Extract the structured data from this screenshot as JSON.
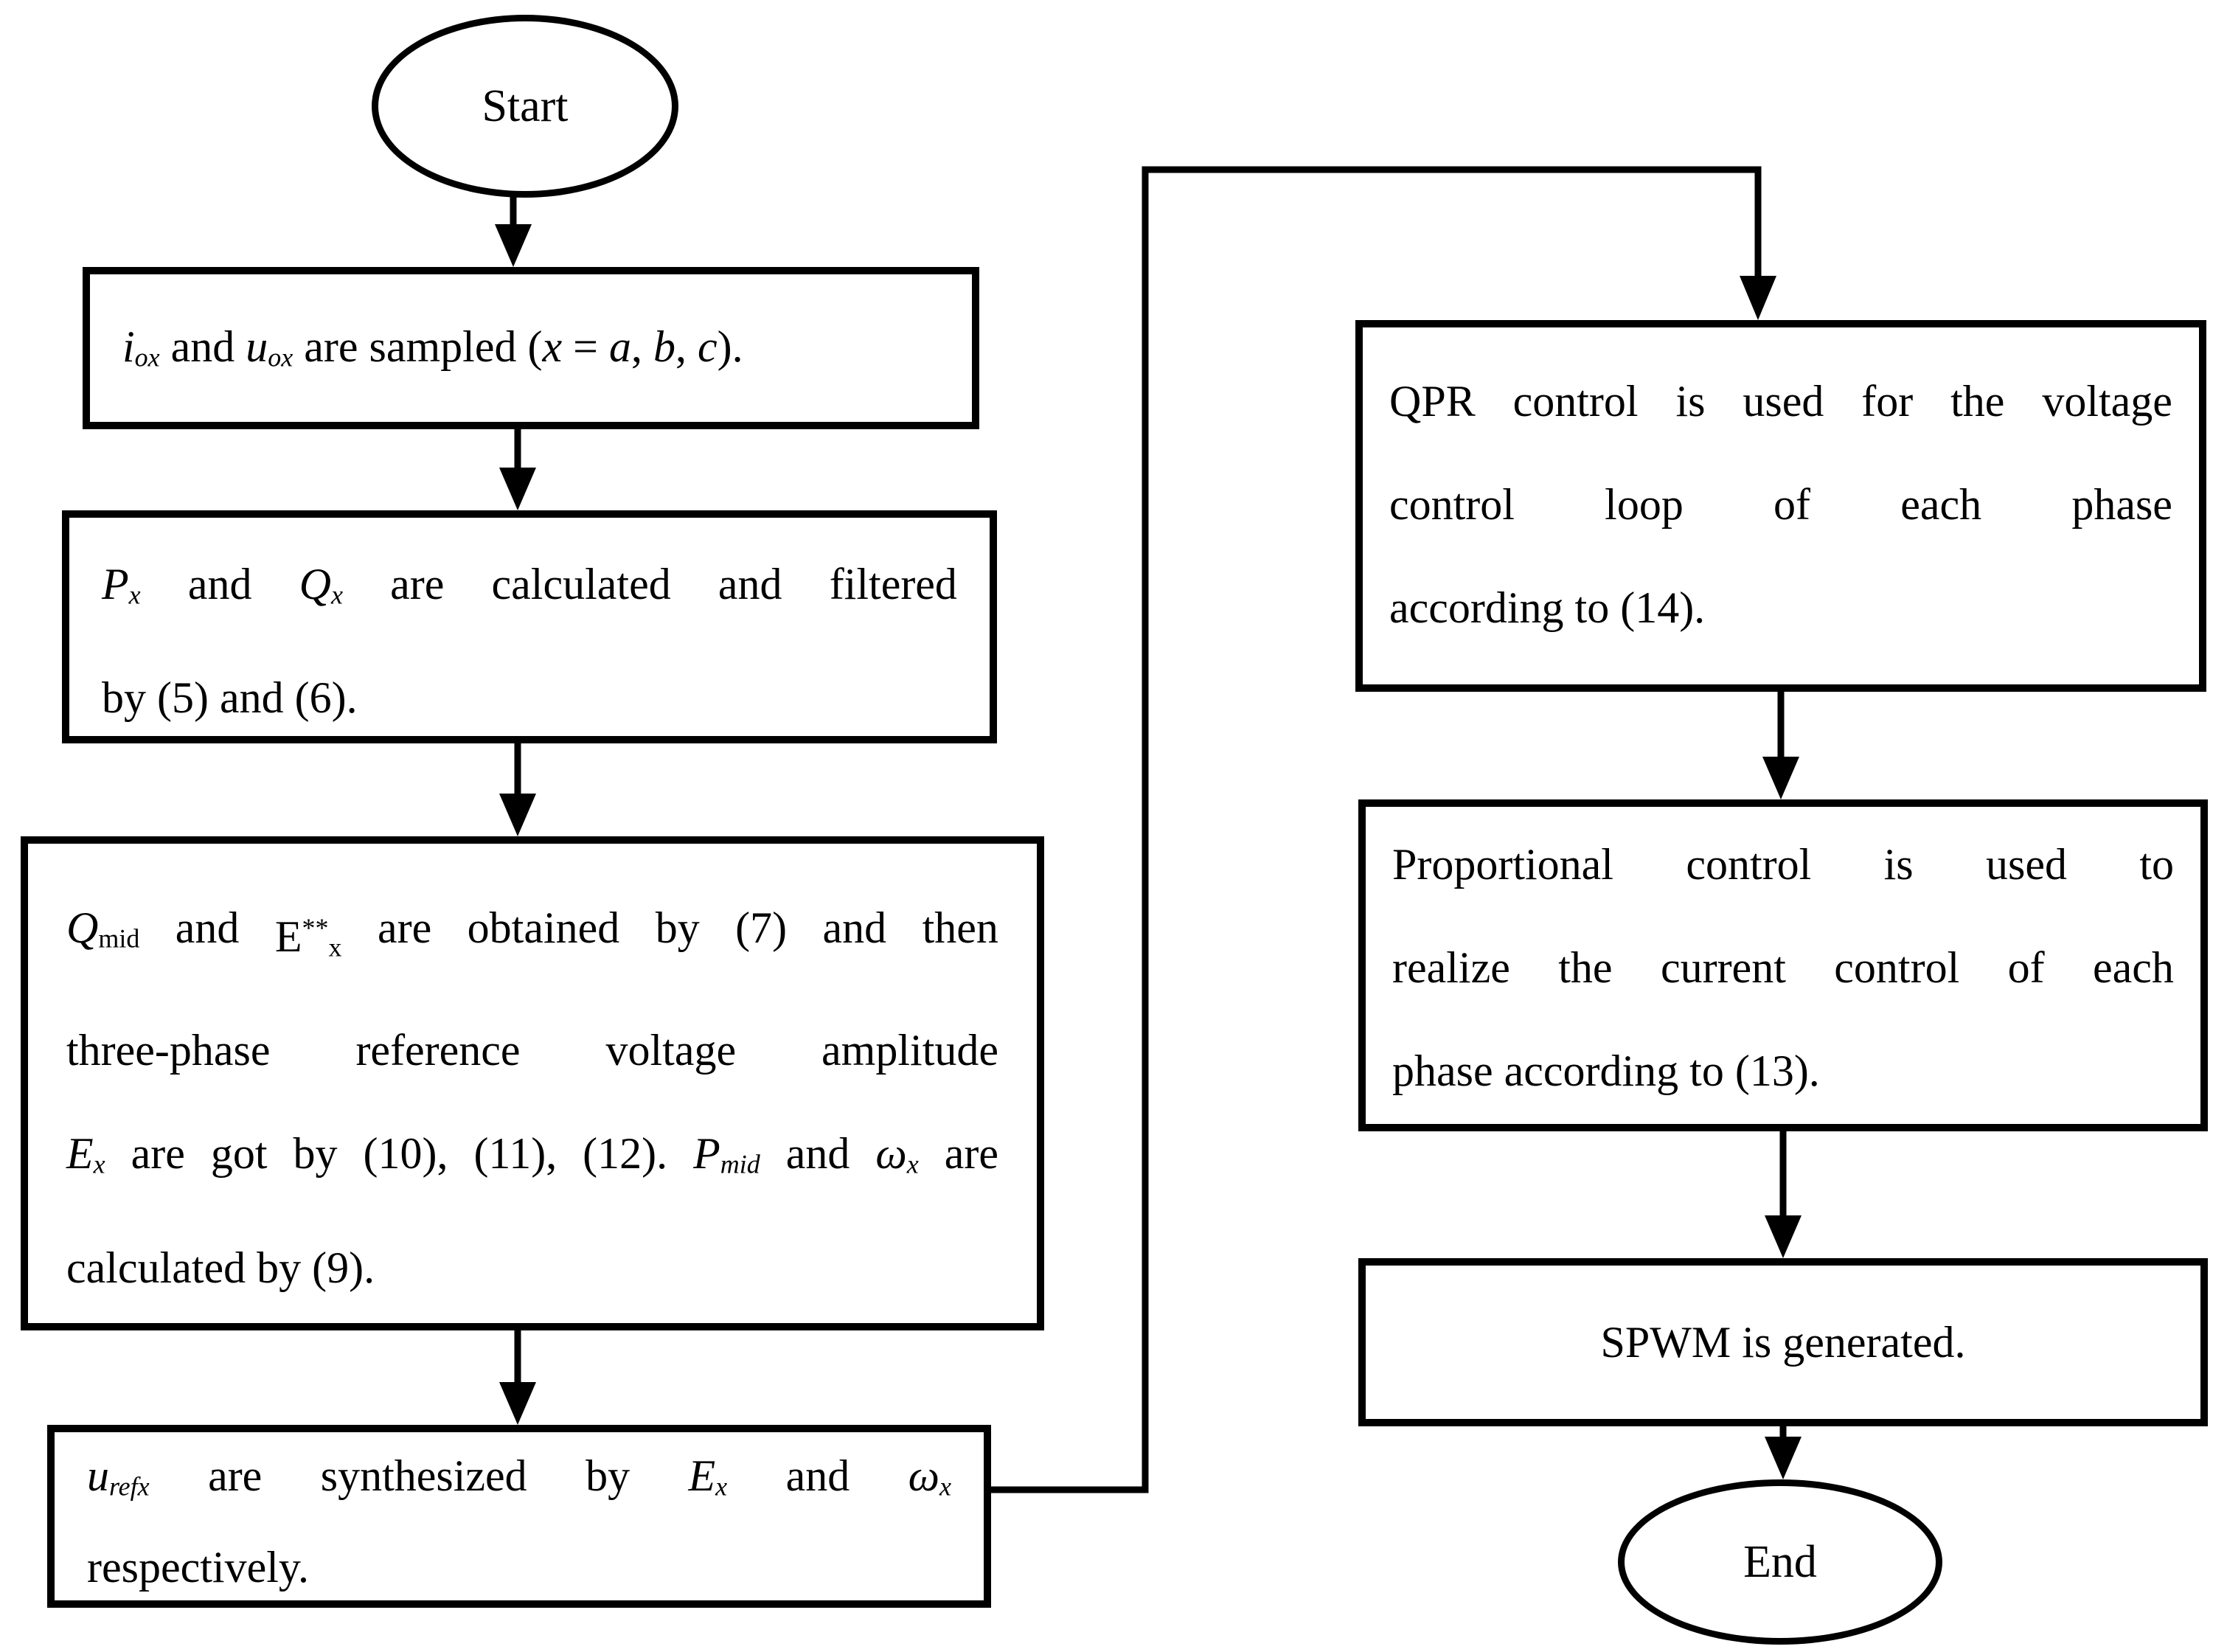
{
  "diagram": {
    "type": "flowchart",
    "colors": {
      "ink": "#000000",
      "background": "#ffffff"
    }
  },
  "terminals": {
    "start": {
      "label": "Start"
    },
    "end": {
      "label": "End"
    }
  },
  "boxes": {
    "sampling": {
      "plain_text": "iox and uox are sampled (x = a, b, c).",
      "lines": [
        {
          "last": "left",
          "words": [
            [
              {
                "t": "i",
                "s": "i"
              },
              {
                "t": "ox",
                "s": "i sub"
              }
            ],
            [
              {
                "t": "and",
                "s": ""
              }
            ],
            [
              {
                "t": "u",
                "s": "i"
              },
              {
                "t": "ox",
                "s": "i sub"
              }
            ],
            [
              {
                "t": "are",
                "s": ""
              }
            ],
            [
              {
                "t": "sampled",
                "s": ""
              }
            ],
            [
              {
                "t": "(",
                "s": ""
              },
              {
                "t": "x",
                "s": "i"
              }
            ],
            [
              {
                "t": "=",
                "s": ""
              }
            ],
            [
              {
                "t": "a",
                "s": "i"
              },
              {
                "t": ",",
                "s": ""
              }
            ],
            [
              {
                "t": "b",
                "s": "i"
              },
              {
                "t": ",",
                "s": ""
              }
            ],
            [
              {
                "t": "c",
                "s": "i"
              },
              {
                "t": ").",
                "s": ""
              }
            ]
          ]
        }
      ]
    },
    "power": {
      "plain_text": "Px and Qx are calculated and filtered by (5) and (6).",
      "lines": [
        {
          "last": "justify",
          "words": [
            [
              {
                "t": "P",
                "s": "i"
              },
              {
                "t": "x",
                "s": "i sub"
              }
            ],
            [
              {
                "t": "and",
                "s": ""
              }
            ],
            [
              {
                "t": "Q",
                "s": "i"
              },
              {
                "t": "x",
                "s": "i sub"
              }
            ],
            [
              {
                "t": "are",
                "s": ""
              }
            ],
            [
              {
                "t": "calculated",
                "s": ""
              }
            ],
            [
              {
                "t": "and",
                "s": ""
              }
            ],
            [
              {
                "t": "filtered",
                "s": ""
              }
            ]
          ]
        },
        {
          "last": "left",
          "words": [
            [
              {
                "t": "by",
                "s": ""
              }
            ],
            [
              {
                "t": "(5)",
                "s": ""
              }
            ],
            [
              {
                "t": "and",
                "s": ""
              }
            ],
            [
              {
                "t": "(6).",
                "s": ""
              }
            ]
          ]
        }
      ]
    },
    "qmid": {
      "plain_text": "Qmid and E**x are obtained by (7) and then three-phase reference voltage amplitude Ex are got by (10), (11), (12). Pmid and ωx are calculated by (9).",
      "lines": [
        {
          "last": "justify",
          "words": [
            [
              {
                "t": "Q",
                "s": "i"
              },
              {
                "t": "mid",
                "s": "sub"
              }
            ],
            [
              {
                "t": "and",
                "s": ""
              }
            ],
            [
              {
                "t": "E",
                "s": ""
              },
              {
                "t": "**",
                "s": "sup"
              },
              {
                "t": "x",
                "s": "sub"
              }
            ],
            [
              {
                "t": "are",
                "s": ""
              }
            ],
            [
              {
                "t": "obtained",
                "s": ""
              }
            ],
            [
              {
                "t": "by",
                "s": ""
              }
            ],
            [
              {
                "t": "(7)",
                "s": ""
              }
            ],
            [
              {
                "t": "and",
                "s": ""
              }
            ],
            [
              {
                "t": "then",
                "s": ""
              }
            ]
          ]
        },
        {
          "last": "justify",
          "words": [
            [
              {
                "t": "three-phase",
                "s": ""
              }
            ],
            [
              {
                "t": "reference",
                "s": ""
              }
            ],
            [
              {
                "t": "voltage",
                "s": ""
              }
            ],
            [
              {
                "t": "amplitude",
                "s": ""
              }
            ]
          ]
        },
        {
          "last": "justify",
          "words": [
            [
              {
                "t": "E",
                "s": "i"
              },
              {
                "t": "x",
                "s": "i sub"
              }
            ],
            [
              {
                "t": "are",
                "s": ""
              }
            ],
            [
              {
                "t": "got",
                "s": ""
              }
            ],
            [
              {
                "t": "by",
                "s": ""
              }
            ],
            [
              {
                "t": "(10),",
                "s": ""
              }
            ],
            [
              {
                "t": "(11),",
                "s": ""
              }
            ],
            [
              {
                "t": "(12).",
                "s": ""
              }
            ],
            [
              {
                "t": "P",
                "s": "i"
              },
              {
                "t": "mid",
                "s": "i sub"
              }
            ],
            [
              {
                "t": "and",
                "s": ""
              }
            ],
            [
              {
                "t": "ω",
                "s": "i"
              },
              {
                "t": "x",
                "s": "i sub"
              }
            ],
            [
              {
                "t": "are",
                "s": ""
              }
            ]
          ]
        },
        {
          "last": "left",
          "words": [
            [
              {
                "t": "calculated",
                "s": ""
              }
            ],
            [
              {
                "t": "by",
                "s": ""
              }
            ],
            [
              {
                "t": "(9).",
                "s": ""
              }
            ]
          ]
        }
      ]
    },
    "uref": {
      "plain_text": "urefx are synthesized by Ex and ωx respectively.",
      "lines": [
        {
          "last": "justify",
          "words": [
            [
              {
                "t": "u",
                "s": "i"
              },
              {
                "t": "refx",
                "s": "i sub"
              }
            ],
            [
              {
                "t": "are",
                "s": ""
              }
            ],
            [
              {
                "t": "synthesized",
                "s": ""
              }
            ],
            [
              {
                "t": "by",
                "s": ""
              }
            ],
            [
              {
                "t": "E",
                "s": "i"
              },
              {
                "t": "x",
                "s": "i sub"
              }
            ],
            [
              {
                "t": "and",
                "s": ""
              }
            ],
            [
              {
                "t": "ω",
                "s": "i"
              },
              {
                "t": "x",
                "s": "i sub"
              }
            ]
          ]
        },
        {
          "last": "left",
          "words": [
            [
              {
                "t": "respectively.",
                "s": ""
              }
            ]
          ]
        }
      ]
    },
    "qpr": {
      "plain_text": "QPR control is used for the voltage control loop of each phase according to (14).",
      "lines": [
        {
          "last": "justify",
          "words": [
            [
              {
                "t": "QPR",
                "s": ""
              }
            ],
            [
              {
                "t": "control",
                "s": ""
              }
            ],
            [
              {
                "t": "is",
                "s": ""
              }
            ],
            [
              {
                "t": "used",
                "s": ""
              }
            ],
            [
              {
                "t": "for",
                "s": ""
              }
            ],
            [
              {
                "t": "the",
                "s": ""
              }
            ],
            [
              {
                "t": "voltage",
                "s": ""
              }
            ]
          ]
        },
        {
          "last": "justify",
          "words": [
            [
              {
                "t": "control",
                "s": ""
              }
            ],
            [
              {
                "t": "loop",
                "s": ""
              }
            ],
            [
              {
                "t": "of",
                "s": ""
              }
            ],
            [
              {
                "t": "each",
                "s": ""
              }
            ],
            [
              {
                "t": "phase",
                "s": ""
              }
            ]
          ]
        },
        {
          "last": "left",
          "words": [
            [
              {
                "t": "according",
                "s": ""
              }
            ],
            [
              {
                "t": "to",
                "s": ""
              }
            ],
            [
              {
                "t": "(14).",
                "s": ""
              }
            ]
          ]
        }
      ]
    },
    "proportional": {
      "plain_text": "Proportional control is used to realize the current control of each phase according to (13).",
      "lines": [
        {
          "last": "justify",
          "words": [
            [
              {
                "t": "Proportional",
                "s": ""
              }
            ],
            [
              {
                "t": "control",
                "s": ""
              }
            ],
            [
              {
                "t": "is",
                "s": ""
              }
            ],
            [
              {
                "t": "used",
                "s": ""
              }
            ],
            [
              {
                "t": "to",
                "s": ""
              }
            ]
          ]
        },
        {
          "last": "justify",
          "words": [
            [
              {
                "t": "realize",
                "s": ""
              }
            ],
            [
              {
                "t": "the",
                "s": ""
              }
            ],
            [
              {
                "t": "current",
                "s": ""
              }
            ],
            [
              {
                "t": "control",
                "s": ""
              }
            ],
            [
              {
                "t": "of",
                "s": ""
              }
            ],
            [
              {
                "t": "each",
                "s": ""
              }
            ]
          ]
        },
        {
          "last": "left",
          "words": [
            [
              {
                "t": "phase",
                "s": ""
              }
            ],
            [
              {
                "t": "according",
                "s": ""
              }
            ],
            [
              {
                "t": "to",
                "s": ""
              }
            ],
            [
              {
                "t": "(13).",
                "s": ""
              }
            ]
          ]
        }
      ]
    },
    "spwm": {
      "plain_text": "SPWM is generated.",
      "lines": [
        {
          "last": "center",
          "words": [
            [
              {
                "t": "SPWM",
                "s": ""
              }
            ],
            [
              {
                "t": "is",
                "s": ""
              }
            ],
            [
              {
                "t": "generated.",
                "s": ""
              }
            ]
          ]
        }
      ]
    }
  }
}
